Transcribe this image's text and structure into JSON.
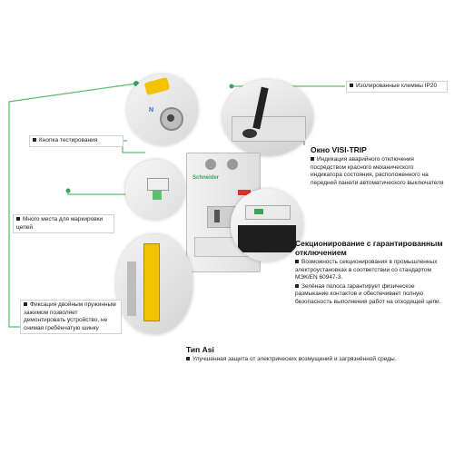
{
  "labels": {
    "terminals": "Изолированные клеммы IP20",
    "test_button": "Кнопка тестирования",
    "marking_space": "Много места для маркировки цепей",
    "clamp": "Фиксация двойным пружинным зажимом позволяет демонтировать устройство, не снимая гребёнчатую шинку"
  },
  "visi_trip": {
    "title": "Окно VISI-TRIP",
    "text": "Индикация аварийного отключения посредством красного механического индикатора состояния, расположенного на передней панели автоматического выключателя"
  },
  "sectioning": {
    "title": "Секционирование с гарантированным отключением",
    "bullet1": "Возможность секционирования в промышленных электроустановках в соответствии со стандартом МЭК/EN 60947-3.",
    "bullet2": "Зелёная полоса гарантирует физическое размыкание контактов и обеспечивает полную безопасность выполнения работ на отходящей цепи."
  },
  "type_asi": {
    "title": "Тип Asi",
    "text": "Улучшенная защита от электрических возмущений и загрязнённой среды."
  },
  "device": {
    "brand": "Schneider",
    "pole_mark": "N"
  },
  "colors": {
    "accent_green": "#3aa655",
    "line_green": "#5cc16a",
    "indicator_red": "#d9322b",
    "clamp_yellow": "#f2c200"
  }
}
